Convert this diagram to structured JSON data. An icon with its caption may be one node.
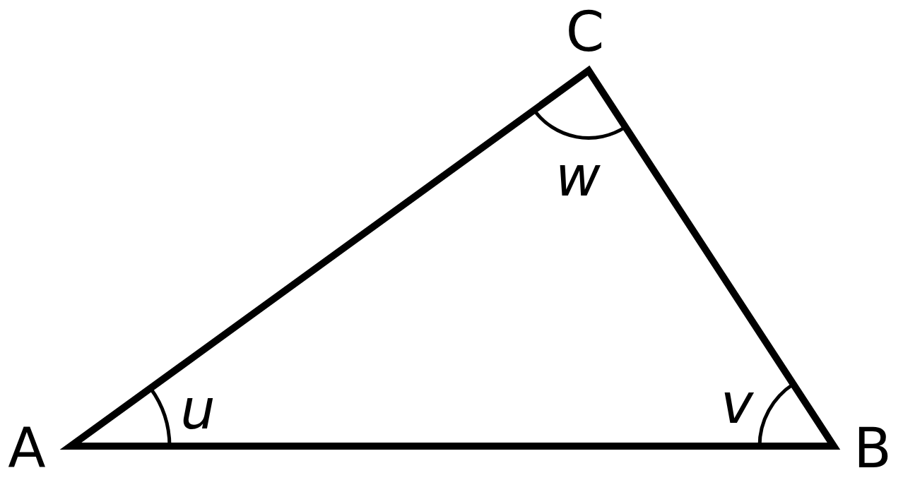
{
  "diagram": {
    "labels": [
      "C",
      "w",
      "u",
      "v",
      "A",
      "B"
    ]
  }
}
